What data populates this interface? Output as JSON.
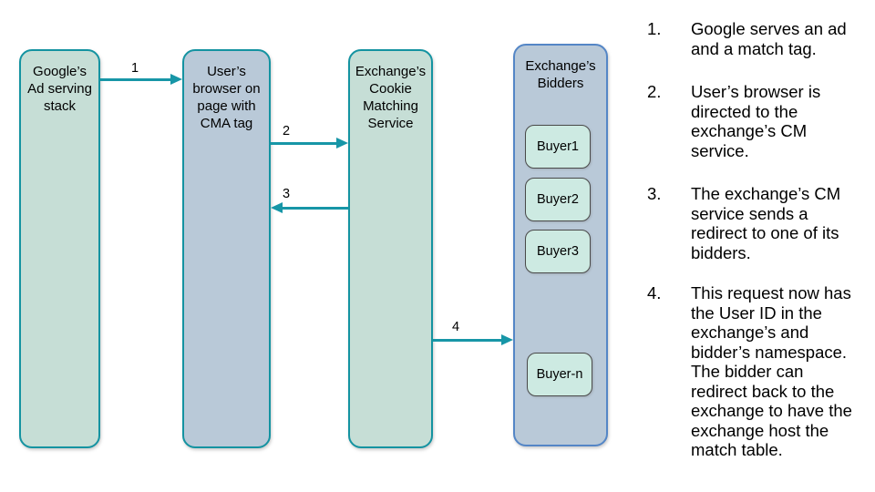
{
  "colors": {
    "node_green_fill": "#c6ded6",
    "node_blue_fill": "#b9c9d8",
    "teal_border": "#1493a1",
    "blue_border": "#5486c6",
    "buyer_fill": "#cdeae2",
    "buyer_border": "#4a4a4a",
    "arrow": "#1796a7",
    "text": "#000000"
  },
  "diagram": {
    "nodes": [
      {
        "label": "Google’s\nAd serving\nstack"
      },
      {
        "label": "User’s\nbrowser on\npage with\nCMA tag"
      },
      {
        "label": "Exchange’s\nCookie\nMatching\nService"
      },
      {
        "label": "Exchange’s\nBidders"
      }
    ],
    "buyers": [
      {
        "label": "Buyer1"
      },
      {
        "label": "Buyer2"
      },
      {
        "label": "Buyer3"
      },
      {
        "label": "Buyer-n"
      }
    ],
    "arrows": [
      {
        "label": "1"
      },
      {
        "label": "2"
      },
      {
        "label": "3"
      },
      {
        "label": "4"
      }
    ]
  },
  "steps": {
    "items": [
      {
        "num": "1.",
        "text": "Google serves an ad\nand a match tag."
      },
      {
        "num": "2.",
        "text": "User’s browser is\ndirected to the\nexchange’s CM\nservice."
      },
      {
        "num": "3.",
        "text": "The exchange’s CM\nservice sends a\nredirect to one of its\nbidders."
      },
      {
        "num": "4.",
        "text": "This request now has\nthe User ID in the\nexchange’s and\nbidder’s namespace.\nThe bidder can\nredirect back to the\nexchange to have the\nexchange host the\nmatch table."
      }
    ]
  }
}
